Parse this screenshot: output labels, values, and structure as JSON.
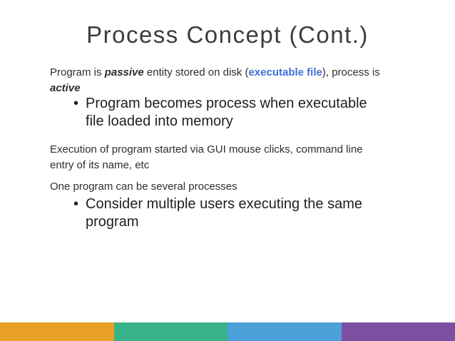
{
  "slide": {
    "title": "Process Concept (Cont.)",
    "bullet_glyph": "•",
    "intro": {
      "part1": "Program is ",
      "passive": "passive",
      "part2": " entity stored on disk (",
      "link_text": "executable file",
      "part3": "), process is\n",
      "active": "active"
    },
    "bullets": [
      {
        "text": "Program becomes process when executable\nfile loaded into memory"
      },
      {
        "text": "Consider multiple users executing the same\nprogram"
      }
    ],
    "paragraphs": [
      {
        "text": "Execution of program started via GUI mouse clicks, command line\nentry of its name, etc"
      },
      {
        "text": "One program can be several processes"
      }
    ],
    "colors": {
      "title_text": "#3c3c3e",
      "body_text": "#2e2e2e",
      "link_blue": "#3e6fd6"
    }
  },
  "footer_segments": [
    {
      "name": "orange",
      "color": "#e9a125"
    },
    {
      "name": "green",
      "color": "#38b389"
    },
    {
      "name": "blue",
      "color": "#4c9fd8"
    },
    {
      "name": "purple",
      "color": "#7c50a1"
    }
  ]
}
